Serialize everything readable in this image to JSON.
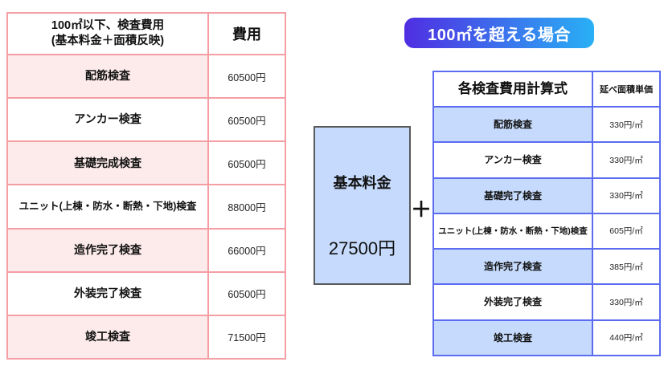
{
  "left_table": {
    "header": {
      "name_line1": "100㎡以下、検査費用",
      "name_line2": "(基本料金＋面積反映)",
      "fee": "費用"
    },
    "rows": [
      {
        "name": "配筋検査",
        "fee": "60500円"
      },
      {
        "name": "アンカー検査",
        "fee": "60500円"
      },
      {
        "name": "基礎完成検査",
        "fee": "60500円"
      },
      {
        "name": "ユニット(上棟・防水・断熱・下地)検査",
        "fee": "88000円"
      },
      {
        "name": "造作完了検査",
        "fee": "66000円"
      },
      {
        "name": "外装完了検査",
        "fee": "60500円"
      },
      {
        "name": "竣工検査",
        "fee": "71500円"
      }
    ]
  },
  "over100": {
    "badge_label": "100㎡を超える場合",
    "base_fee_label": "基本料金",
    "base_fee_value": "27500円",
    "plus_sign": "＋",
    "table": {
      "header": {
        "name": "各検査費用計算式",
        "unit": "延べ面積単価"
      },
      "rows": [
        {
          "name": "配筋検査",
          "unit": "330円/㎡"
        },
        {
          "name": "アンカー検査",
          "unit": "330円/㎡"
        },
        {
          "name": "基礎完了検査",
          "unit": "330円/㎡"
        },
        {
          "name": "ユニット(上棟・防水・断熱・下地)検査",
          "unit": "605円/㎡"
        },
        {
          "name": "造作完了検査",
          "unit": "385円/㎡"
        },
        {
          "name": "外装完了検査",
          "unit": "330円/㎡"
        },
        {
          "name": "竣工検査",
          "unit": "440円/㎡"
        }
      ]
    }
  },
  "colors": {
    "pink_border": "#f59ea4",
    "pink_fill": "#fdeaea",
    "blue_border": "#5b6cf0",
    "blue_fill": "#c5dafc",
    "badge_gradient_start": "#4f2ee2",
    "badge_gradient_end": "#29b0f5",
    "base_box_border": "#595959"
  }
}
